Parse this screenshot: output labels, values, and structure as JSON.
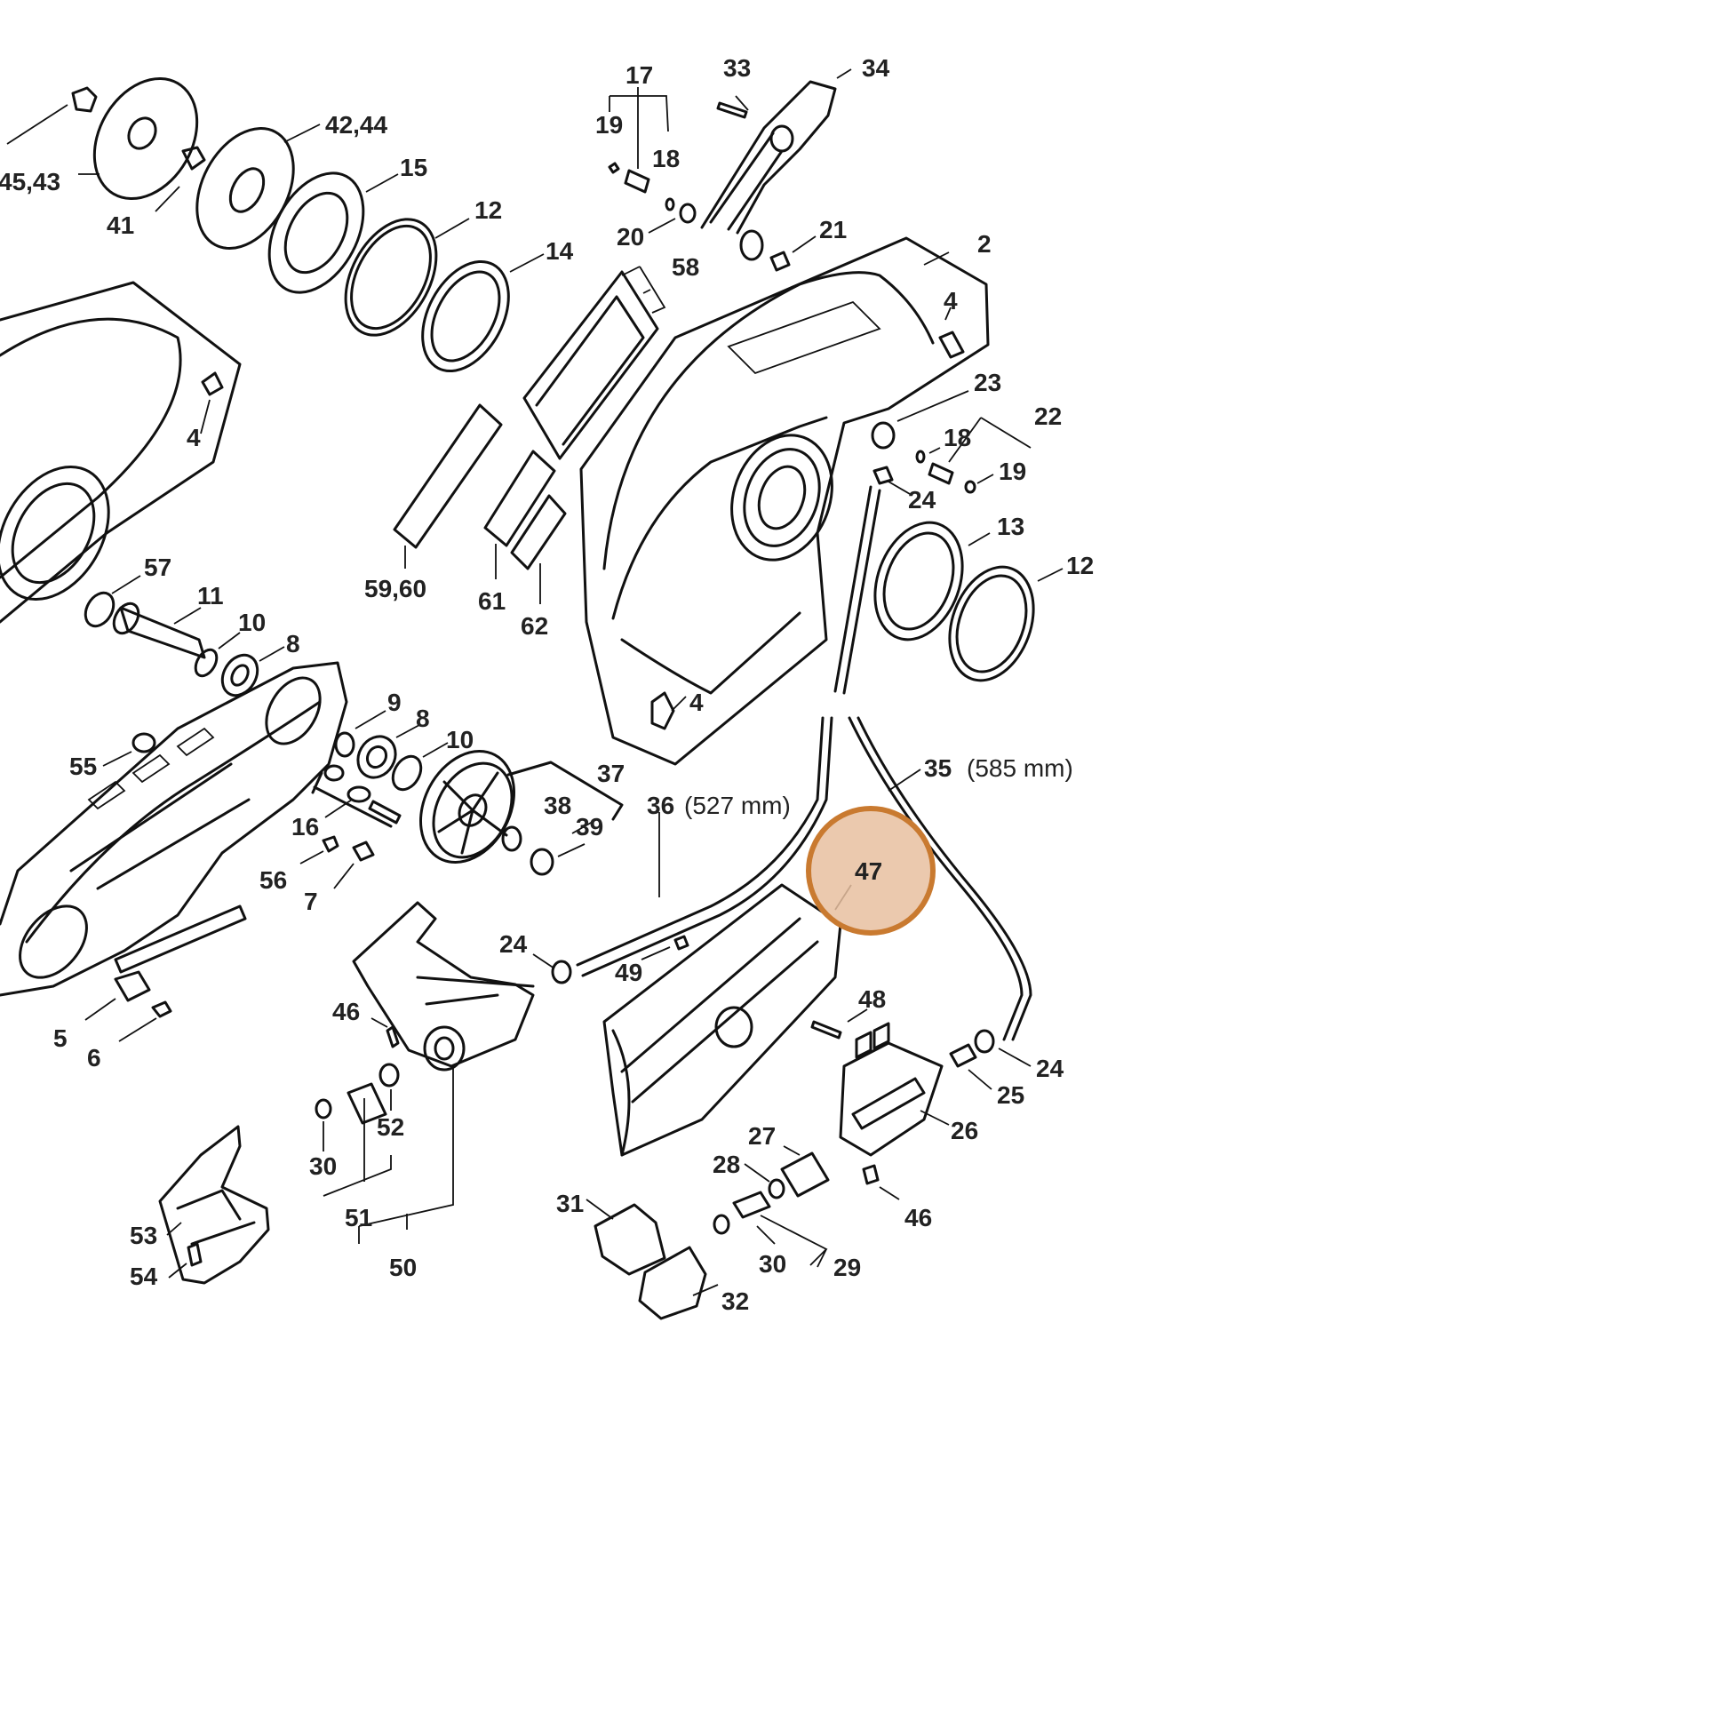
{
  "labels": {
    "l45_43": "45,43",
    "l41": "41",
    "l42_44": "42,44",
    "l15": "15",
    "l12a": "12",
    "l14": "14",
    "l4a": "4",
    "l57": "57",
    "l11": "11",
    "l10a": "10",
    "l8a": "8",
    "l9": "9",
    "l8b": "8",
    "l10b": "10",
    "l55": "55",
    "l16": "16",
    "l56": "56",
    "l7": "7",
    "l5": "5",
    "l6": "6",
    "l17": "17",
    "l19a": "19",
    "l18a": "18",
    "l20": "20",
    "l33": "33",
    "l34": "34",
    "l21": "21",
    "l2": "2",
    "l58": "58",
    "l59_60": "59,60",
    "l61": "61",
    "l62": "62",
    "l4b": "4",
    "l23": "23",
    "l22": "22",
    "l18b": "18",
    "l19b": "19",
    "l24a": "24",
    "l13": "13",
    "l12b": "12",
    "l4c": "4",
    "l35": "35",
    "l35_len": "(585 mm)",
    "l36": "36",
    "l36_len": "(527 mm)",
    "l37": "37",
    "l38": "38",
    "l39": "39",
    "l47": "47",
    "l24b": "24",
    "l49": "49",
    "l48": "48",
    "l24c": "24",
    "l25": "25",
    "l26": "26",
    "l46a": "46",
    "l52": "52",
    "l30a": "30",
    "l51": "51",
    "l50": "50",
    "l53": "53",
    "l54": "54",
    "l27": "27",
    "l28": "28",
    "l31": "31",
    "l30b": "30",
    "l29": "29",
    "l32": "32",
    "l46b": "46"
  },
  "colors": {
    "highlight_fill": "#e8c0a0",
    "highlight_stroke": "#c97a30",
    "line": "#111111"
  }
}
